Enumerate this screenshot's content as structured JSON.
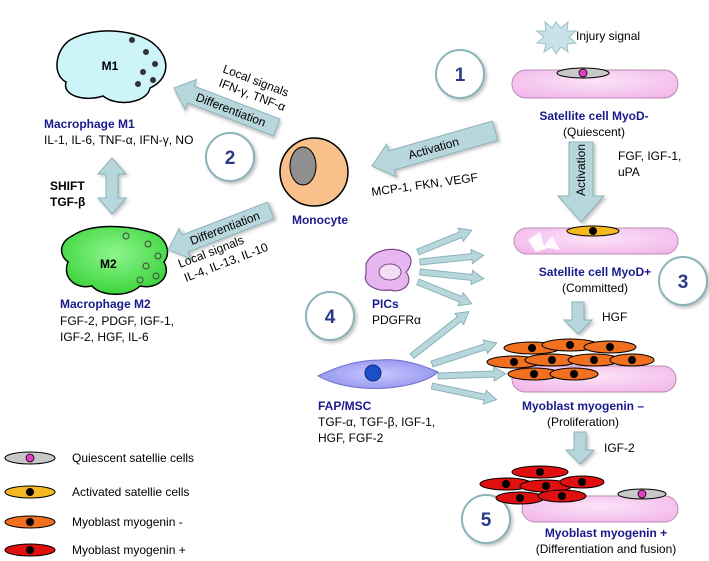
{
  "steps": [
    "1",
    "2",
    "3",
    "4",
    "5"
  ],
  "injury": {
    "label": "Injury signal"
  },
  "macrophage_m1": {
    "shape_label": "M1",
    "title": "Macrophage M1",
    "factors": "IL-1, IL-6, TNF-α, IFN-γ, NO"
  },
  "macrophage_m2": {
    "shape_label": "M2",
    "title": "Macrophage M2",
    "factors_line1": "FGF-2, PDGF, IGF-1,",
    "factors_line2": "IGF-2, HGF, IL-6"
  },
  "shift": {
    "line1": "SHIFT",
    "line2": "TGF-β"
  },
  "monocyte": {
    "label": "Monocyte"
  },
  "arrows": {
    "differentiation_m1": "Differentiation",
    "differentiation_m2": "Differentiation",
    "activation_monocyte": "Activation",
    "activation_satellite": "Activation"
  },
  "local_signals_m1": {
    "line1": "Local signals",
    "line2": "IFN-γ, TNF-α"
  },
  "local_signals_m2": {
    "line1": "Local signals",
    "line2": "IL-4, IL-13, IL-10"
  },
  "monocyte_factors": "MCP-1, FKN, VEGF",
  "satellite_quiescent": {
    "title": "Satellite cell MyoD-",
    "subtitle": "(Quiescent)"
  },
  "satellite_factors": {
    "line1": "FGF, IGF-1,",
    "line2": "uPA"
  },
  "satellite_committed": {
    "title": "Satellite cell MyoD+",
    "subtitle": "(Committed)"
  },
  "hgf_label": "HGF",
  "pics": {
    "title": "PICs",
    "marker": "PDGFRα"
  },
  "fap": {
    "title": "FAP/MSC",
    "factors_line1": "TGF-α, TGF-β, IGF-1,",
    "factors_line2": "HGF,  FGF-2"
  },
  "myoblast_minus": {
    "title": "Myoblast myogenin –",
    "subtitle": "(Proliferation)"
  },
  "igf2_label": "IGF-2",
  "myoblast_plus": {
    "title": "Myoblast myogenin +",
    "subtitle": "(Differentiation and fusion)"
  },
  "legend": [
    {
      "label": "Quiescent satellie cells",
      "color": "#c8c8c8",
      "nucleus": "#e040c0"
    },
    {
      "label": "Activated satellie cells",
      "color": "#f4b820",
      "nucleus": "#000000"
    },
    {
      "label": "Myoblast myogenin -",
      "color": "#f07020",
      "nucleus": "#000000"
    },
    {
      "label": "Myoblast myogenin +",
      "color": "#e01010",
      "nucleus": "#000000"
    }
  ],
  "colors": {
    "arrow_fill": "#b7d7dc",
    "arrow_stroke": "#8ab3ba",
    "m1_fill": "#cdf4f8",
    "m2_fill": "#5ee35e",
    "fiber_fill": "#f6c8f0",
    "fap_fill": "#a7a6f4",
    "pic_fill": "#e7b5ef",
    "monocyte_fill": "#f8c08a",
    "title_blue": "#1a1a8c"
  }
}
